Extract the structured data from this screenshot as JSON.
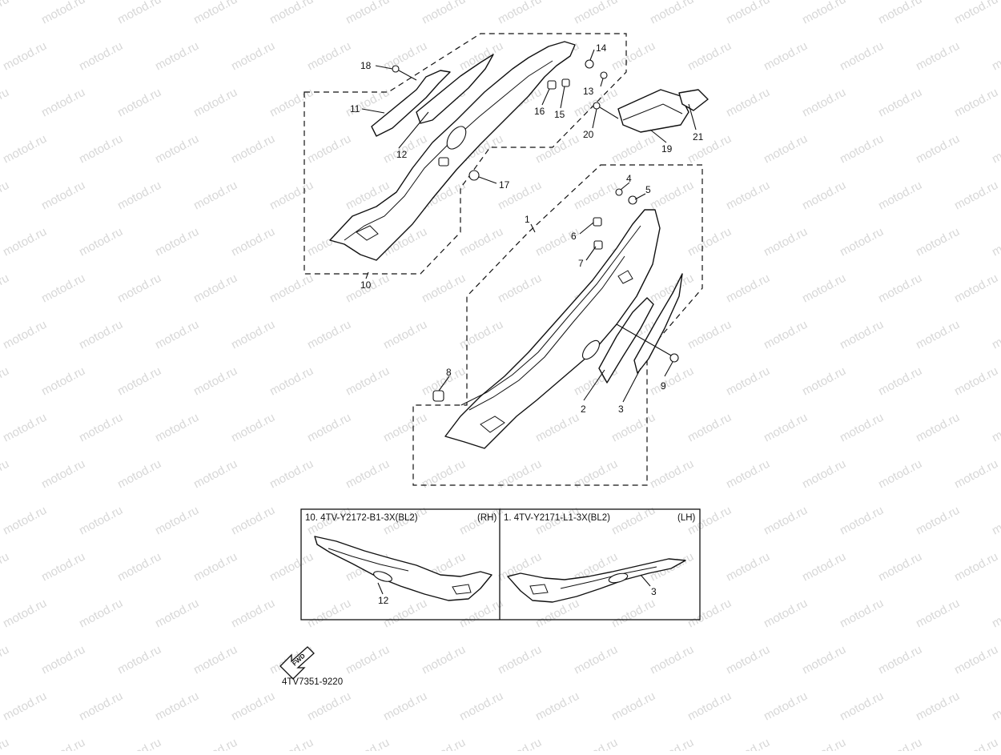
{
  "watermark": "motod.ru",
  "diagram_code": "4TV7351-9220",
  "fwd_label": "FWD",
  "callouts": {
    "c1": "1",
    "c2": "2",
    "c3": "3",
    "c4": "4",
    "c5": "5",
    "c6": "6",
    "c7": "7",
    "c8": "8",
    "c9": "9",
    "c10": "10",
    "c11": "11",
    "c12": "12",
    "c13": "13",
    "c14": "14",
    "c15": "15",
    "c16": "16",
    "c17": "17",
    "c18": "18",
    "c19": "19",
    "c20": "20",
    "c21": "21"
  },
  "inset_rh": {
    "part_no": "10. 4TV-Y2172-B1-3X(BL2)",
    "side": "(RH)",
    "callout": "12"
  },
  "inset_lh": {
    "part_no": "1. 4TV-Y2171-L1-3X(BL2)",
    "side": "(LH)",
    "callout": "3"
  }
}
